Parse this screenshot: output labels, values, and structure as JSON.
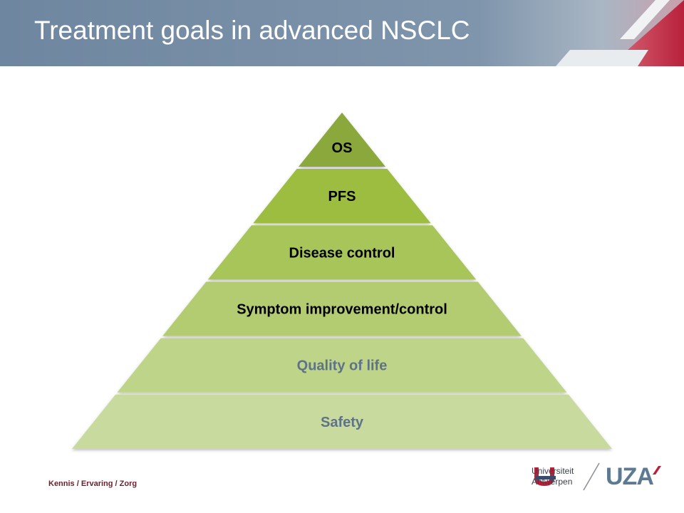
{
  "slide": {
    "title": "Treatment goals in advanced NSCLC",
    "tagline": "Kennis / Ervaring / Zorg"
  },
  "pyramid": {
    "levels": [
      {
        "label": "OS",
        "fill": "#8aa83a",
        "text_color": "#000000"
      },
      {
        "label": "PFS",
        "fill": "#9dbd3f",
        "text_color": "#000000"
      },
      {
        "label": "Disease control",
        "fill": "#a8c55a",
        "text_color": "#000000"
      },
      {
        "label": "Symptom improvement/control",
        "fill": "#b3cc72",
        "text_color": "#000000"
      },
      {
        "label": "Quality of life",
        "fill": "#bed488",
        "text_color": "#5e7288"
      },
      {
        "label": "Safety",
        "fill": "#c8da9e",
        "text_color": "#5e7288"
      }
    ]
  },
  "logos": {
    "university_line1": "Universiteit",
    "university_line2": "Antwerpen",
    "hospital": "UZA"
  },
  "colors": {
    "header_bg": "#7a90a8",
    "accent_red": "#b8213a"
  }
}
